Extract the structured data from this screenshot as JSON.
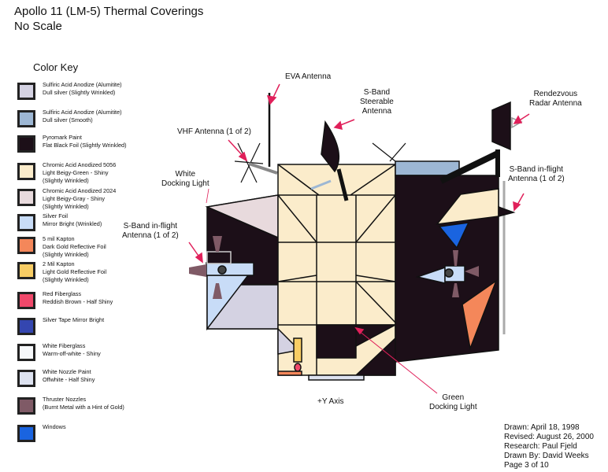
{
  "title": {
    "line1": "Apollo 11 (LM-5) Thermal Coverings",
    "line2": "No Scale"
  },
  "color_key": {
    "heading": "Color Key",
    "items": [
      {
        "color": "#d4d2e2",
        "text": "Sulfiric Acid Anodize (Alumitite)\nDull silver (Slightly Wrinkled)"
      },
      {
        "color": "#9db7d4",
        "text": "Sulfiric Acid Anodize (Alumitite)\nDull silver  (Smooth)"
      },
      {
        "color": "#1c0f18",
        "text": "Pyromark Paint\nFlat Black Foil (Slightly Wrinkled)"
      },
      {
        "color": "#fbeccb",
        "text": "Chromic Acid Anodized 5056\nLight Beigy-Green - Shiny\n(Slightly Wrinkled)"
      },
      {
        "color": "#e8dadd",
        "text": "Chromic Acid Anodized 2024\nLight Beigy-Gray - Shiny\n(Slightly Wrinkled)"
      },
      {
        "color": "#c8dcf7",
        "text": "Silver Foil\nMirror Bright (Wrinkled)"
      },
      {
        "color": "#f4875a",
        "text": "5 mil Kapton\nDark Gold Reflective Foil\n(Slightly Wrinkled)"
      },
      {
        "color": "#f8cd64",
        "text": "2 Mil Kapton\nLight Gold Reflective Foil\n(Slightly Wrinkled)"
      },
      {
        "color": "#f0486a",
        "text": "Red Fiberglass\nReddish Brown - Half Shiny"
      },
      {
        "color": "#3446b0",
        "text": "Silver Tape  Mirror Bright"
      },
      {
        "color": "#f6f8fa",
        "text": "White Fiberglass\nWarm-off-white - Shiny"
      },
      {
        "color": "#dde2f0",
        "text": "White Nozzle Paint\nOffwhite - Half Shiny"
      },
      {
        "color": "#7f5a66",
        "text": "Thruster Nozzles\n(Burnt Metal with a Hint of Gold)"
      },
      {
        "color": "#1a64e0",
        "text": "Windows"
      }
    ]
  },
  "labels": {
    "eva": "EVA Antenna",
    "sband_steerable": "S-Band\nSteerable\nAntenna",
    "rendezvous": "Rendezvous\nRadar Antenna",
    "vhf": "VHF Antenna (1 of 2)",
    "white_light": "White\nDocking Light",
    "sband_left": "S-Band in-flight\nAntenna (1 of 2)",
    "sband_right": "S-Band in-flight\nAntenna (1 of 2)",
    "green_light": "Green\nDocking Light",
    "axis": "+Y Axis"
  },
  "info": {
    "drawn": "Drawn: April 18, 1998",
    "revised": "Revised: August 26, 2000",
    "research": "Research: Paul Fjeld",
    "drawn_by": "Drawn By: David Weeks",
    "page": "Page 3 of 10"
  },
  "colors": {
    "arrow": "#e0205a",
    "beige": "#fbeccb",
    "black": "#1c0f18"
  }
}
